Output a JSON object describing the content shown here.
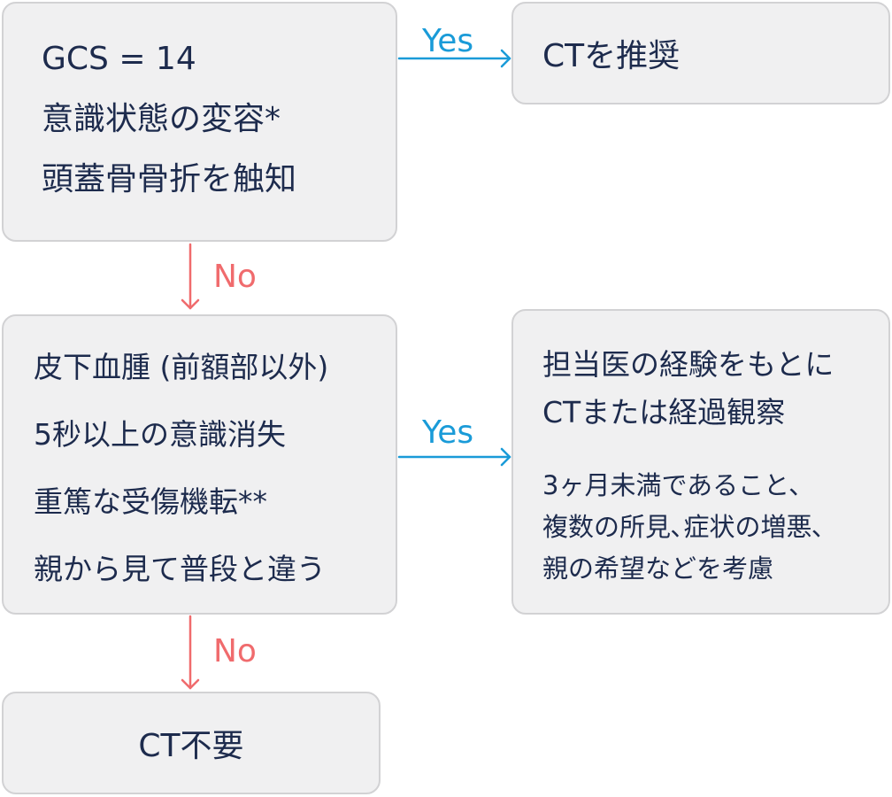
{
  "nodes": {
    "criteria_high": {
      "lines": [
        "GCS = 14",
        "意識状態の変容*",
        "頭蓋骨骨折を触知"
      ]
    },
    "recommend_ct": {
      "text": "CTを推奨"
    },
    "criteria_mid": {
      "lines": [
        "皮下血腫 (前額部以外)",
        "5秒以上の意識消失",
        "重篤な受傷機転**",
        "親から見て普段と違う"
      ]
    },
    "consider": {
      "main_lines": [
        "担当医の経験をもとに",
        "CTまたは経過観察"
      ],
      "note_lines": [
        "3ヶ月未満であること、",
        "複数の所見､症状の増悪､",
        "親の希望などを考慮"
      ]
    },
    "no_ct": {
      "text": "CT不要"
    }
  },
  "edges": {
    "high_to_recommend": "Yes",
    "high_to_mid": "No",
    "mid_to_consider": "Yes",
    "mid_to_no_ct": "No"
  },
  "colors": {
    "box_fill": "#f0f0f1",
    "box_border": "#d2d2d4",
    "text": "#1d2b4d",
    "yes": "#1a9bd8",
    "no": "#f06b6d"
  }
}
